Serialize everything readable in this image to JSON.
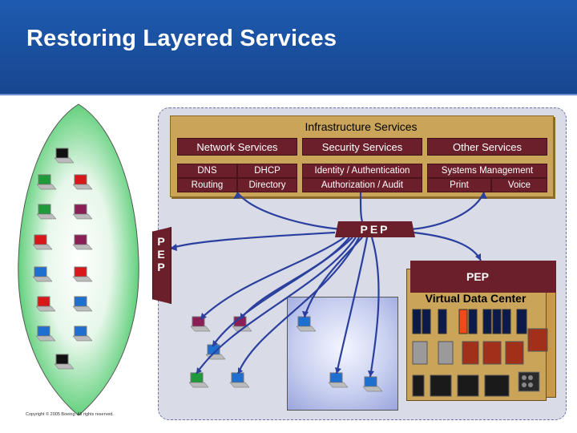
{
  "slide": {
    "title": "Restoring Layered Services",
    "copyright": "Copyright © 2005 Boeing. All rights reserved."
  },
  "infrastructure": {
    "title": "Infrastructure Services",
    "columns": [
      {
        "header": "Network Services",
        "rows": [
          [
            "DNS",
            "DHCP"
          ],
          [
            "Routing",
            "Directory"
          ]
        ]
      },
      {
        "header": "Security Services",
        "rows": [
          [
            "Identity / Authentication"
          ],
          [
            "Authorization / Audit"
          ]
        ]
      },
      {
        "header": "Other Services",
        "rows": [
          [
            "Systems Management"
          ],
          [
            "Print",
            "Voice"
          ]
        ]
      }
    ]
  },
  "pep": {
    "left": [
      "P",
      "E",
      "P"
    ],
    "top": "PEP",
    "datacenter": "PEP"
  },
  "datacenter": {
    "label": "Virtual Data Center"
  },
  "colors": {
    "header_blue": "#1a4f9e",
    "maroon": "#6b1f2a",
    "gold": "#caa458",
    "cloud_green": "#3dc05a",
    "wire_blue": "#2a3f9e"
  },
  "icons": {
    "device": "laptop-icon"
  }
}
